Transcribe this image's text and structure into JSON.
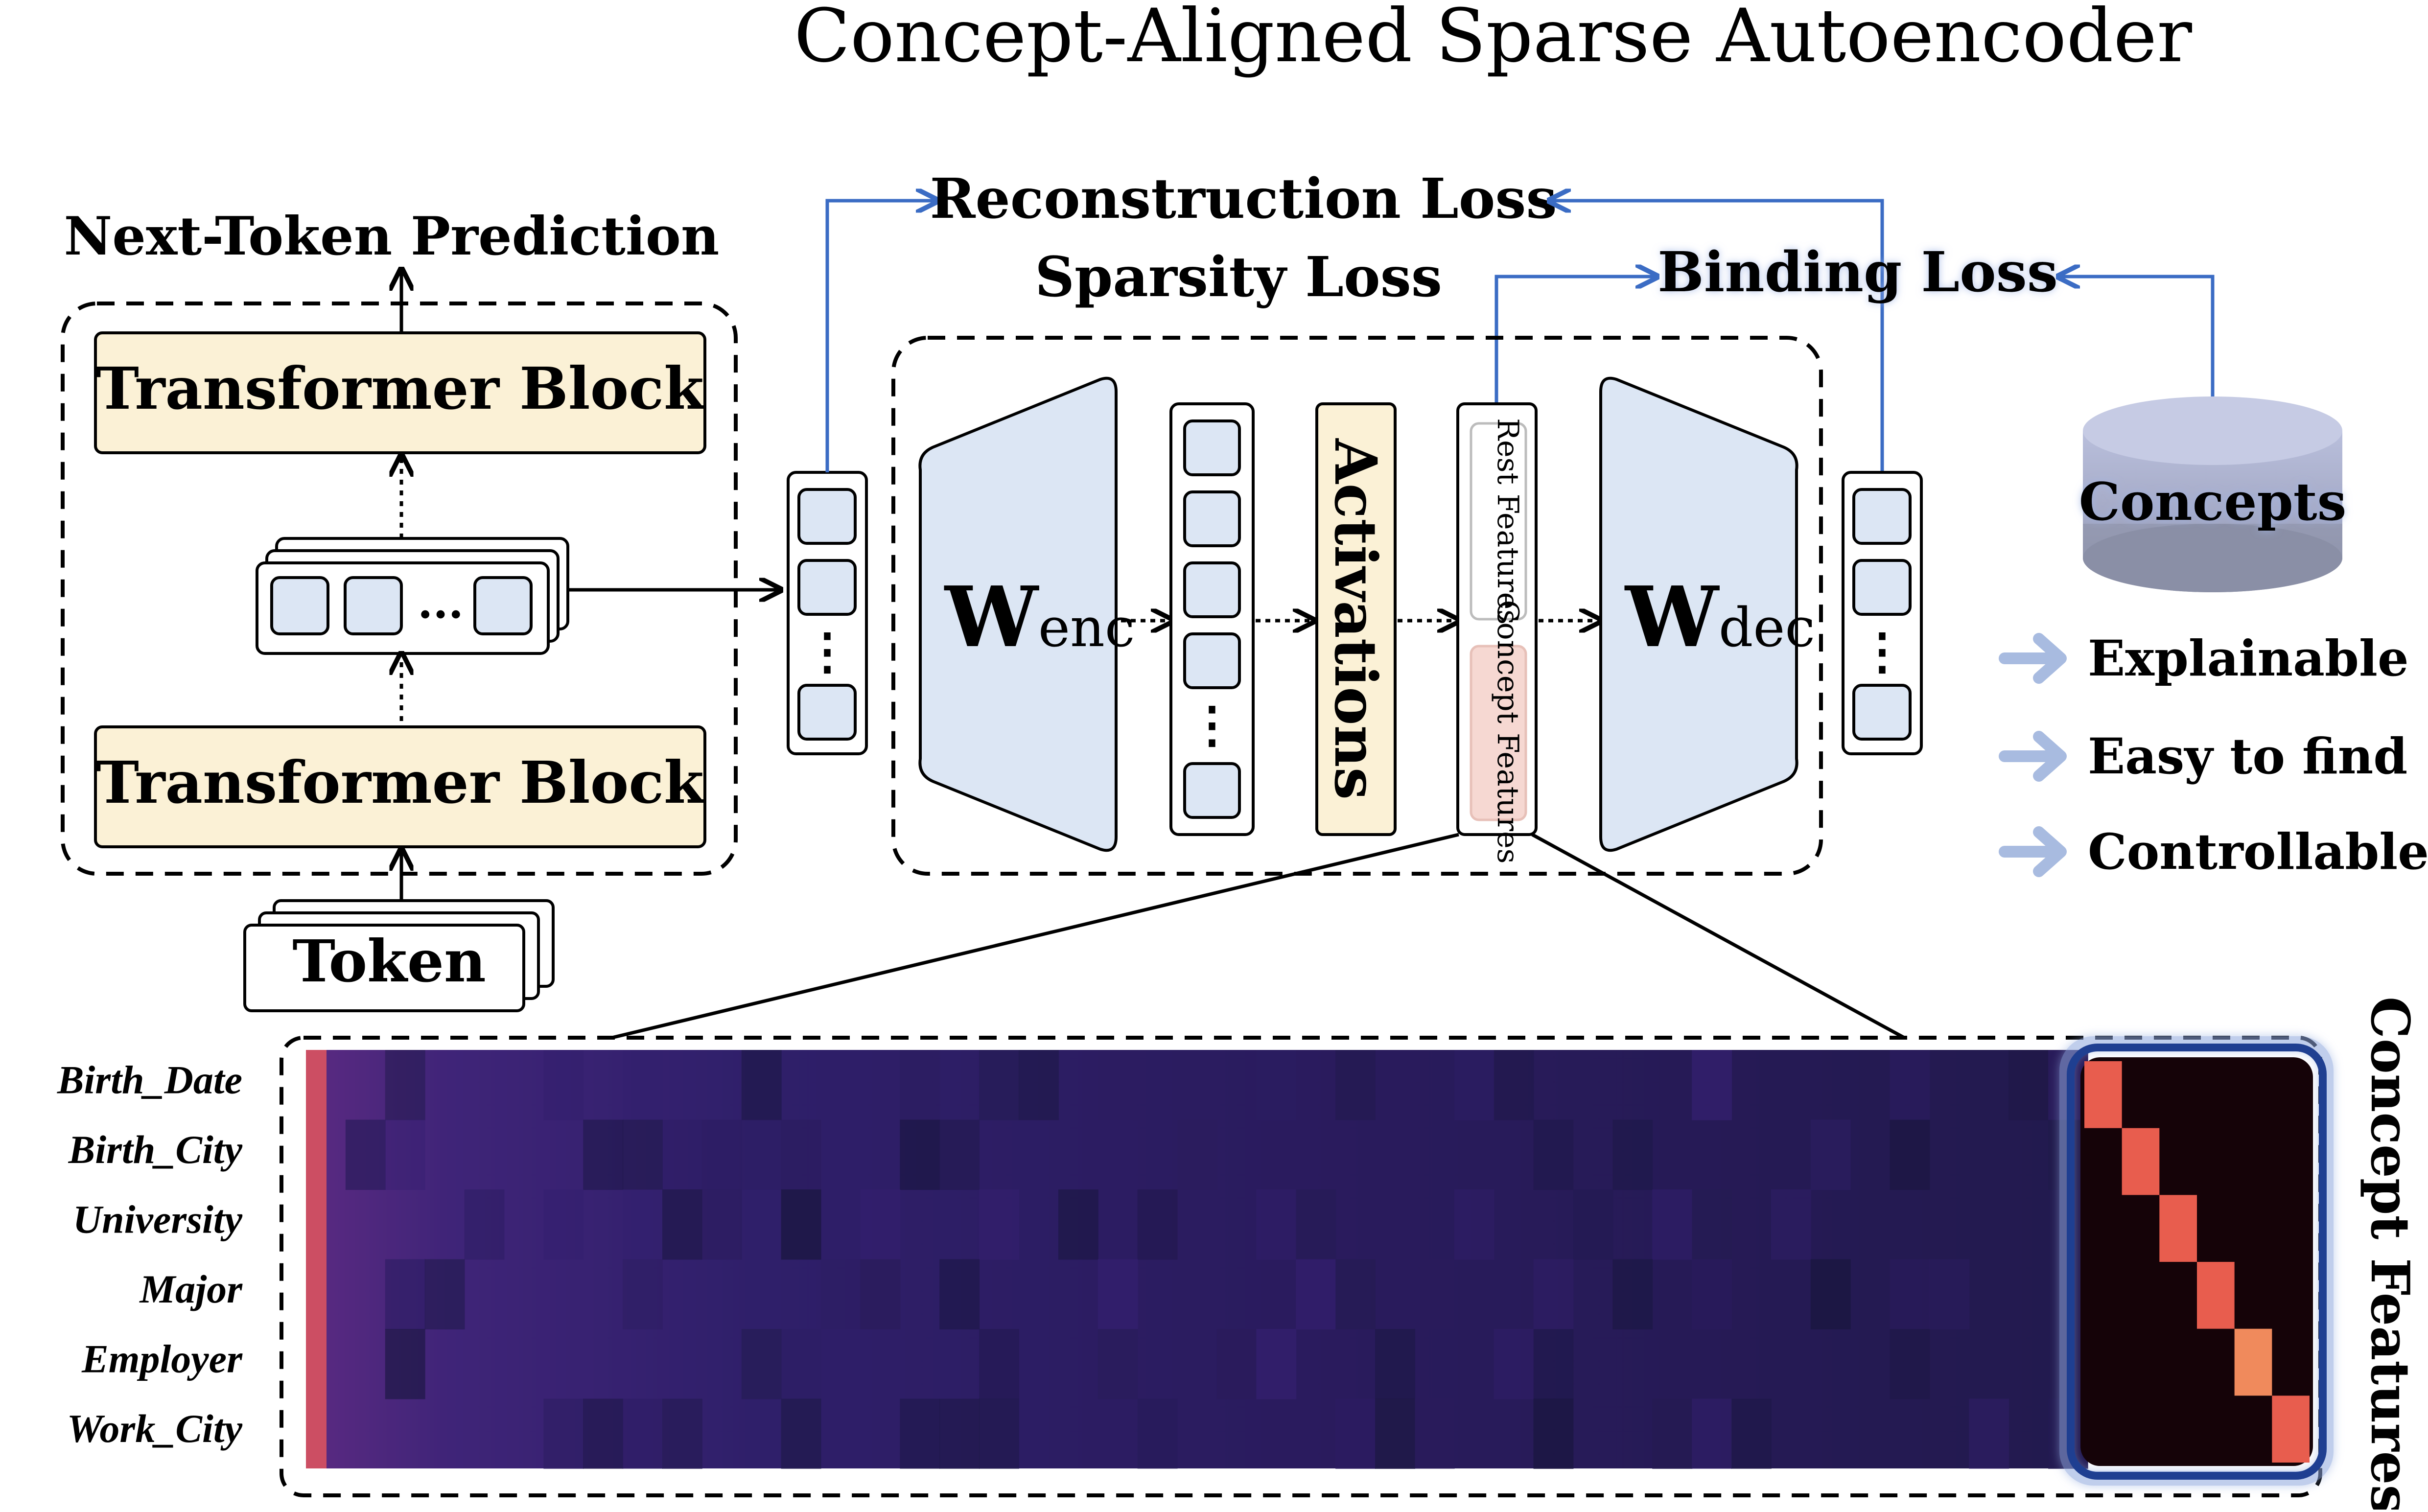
{
  "title": "Concept-Aligned Sparse Autoencoder",
  "llm": {
    "next_token_label": "Next-Token Prediction",
    "block_top_label": "Transformer Block",
    "block_bottom_label": "Transformer Block",
    "token_label": "Token",
    "ellipsis": "..."
  },
  "losses": {
    "reconstruction": "Reconstruction Loss",
    "sparsity": "Sparsity Loss",
    "binding": "Binding Loss"
  },
  "sae": {
    "encoder_main": "W",
    "encoder_sub": "enc",
    "decoder_main": "W",
    "decoder_sub": "dec",
    "activations": "Activations",
    "rest_features": "Rest Features",
    "concept_features": "Concept Features",
    "vector_dots": "⋮"
  },
  "concepts": {
    "db_label": "Concepts",
    "properties": [
      "Explainable",
      "Easy to find",
      "Controllable"
    ]
  },
  "heatmap": {
    "rows": [
      "Birth_Date",
      "Birth_City",
      "University",
      "Major",
      "Employer",
      "Work_City"
    ],
    "side_label": "Concept Features",
    "colors": {
      "base_purple": "#2a1a5e",
      "dark_purple": "#1e1a48",
      "red_first_col": "#cc4e63",
      "concept_bg": "#150308",
      "concept_hot": "#e85d4e",
      "concept_hot_alt": "#f08a5c",
      "frame": "#1f3f91"
    }
  },
  "colors": {
    "block_fill": "#fbf1d6",
    "cell_fill": "#dce6f4",
    "arrow_blue": "#3b6cc4",
    "db_top": "#b7bddb",
    "db_bottom": "#8e93a9",
    "concept_cell": "#f6d8d2"
  }
}
